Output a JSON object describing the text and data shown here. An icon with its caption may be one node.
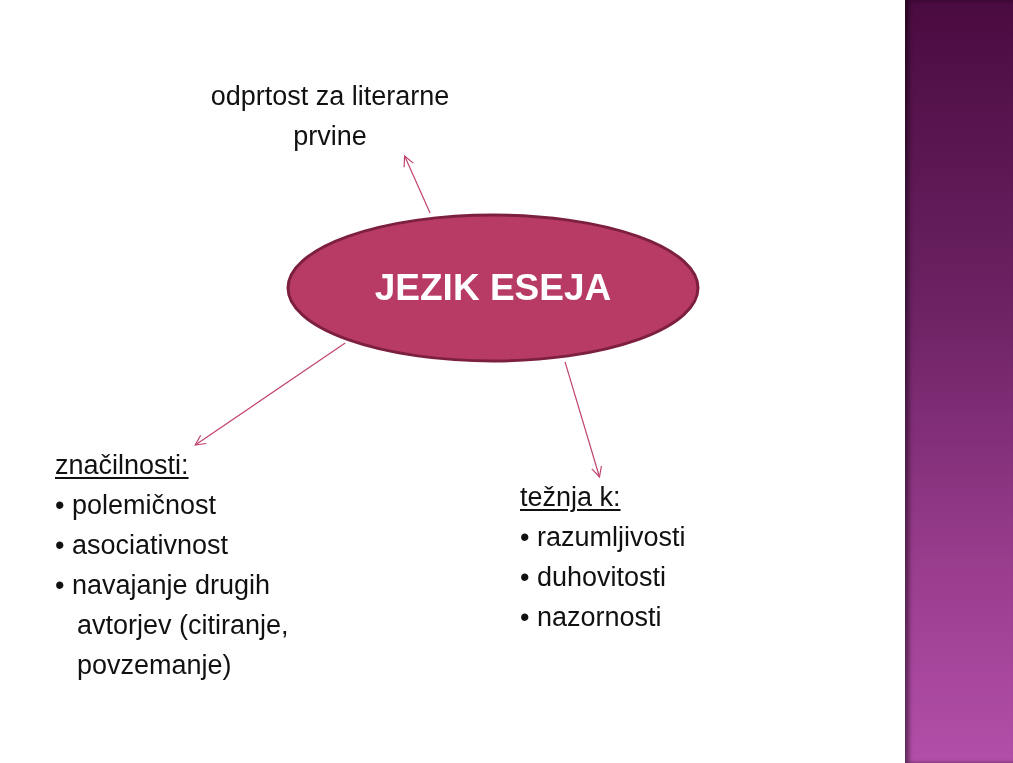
{
  "diagram": {
    "nodes": [
      {
        "text": [
          "JEZIK ESEJA"
        ]
      },
      {
        "text": [
          "odprtost za literarne prvine"
        ]
      },
      {
        "text": [
          "značilnosti:",
          "• polemičnost",
          "• asociativnost",
          "• navajanje drugih avtorjev (citiranje, povzemanje)"
        ]
      },
      {
        "text": [
          "težnja k:",
          "• razumljivosti",
          "• duhovitosti",
          "• nazornosti"
        ]
      },
      {
        "text": [],
        "shape": "bar"
      }
    ],
    "edges": [
      {
        "from": 0,
        "to": 1,
        "arrow": "to"
      },
      {
        "from": 0,
        "to": 2,
        "arrow": "to"
      },
      {
        "from": 0,
        "to": 3,
        "arrow": "to"
      }
    ]
  }
}
